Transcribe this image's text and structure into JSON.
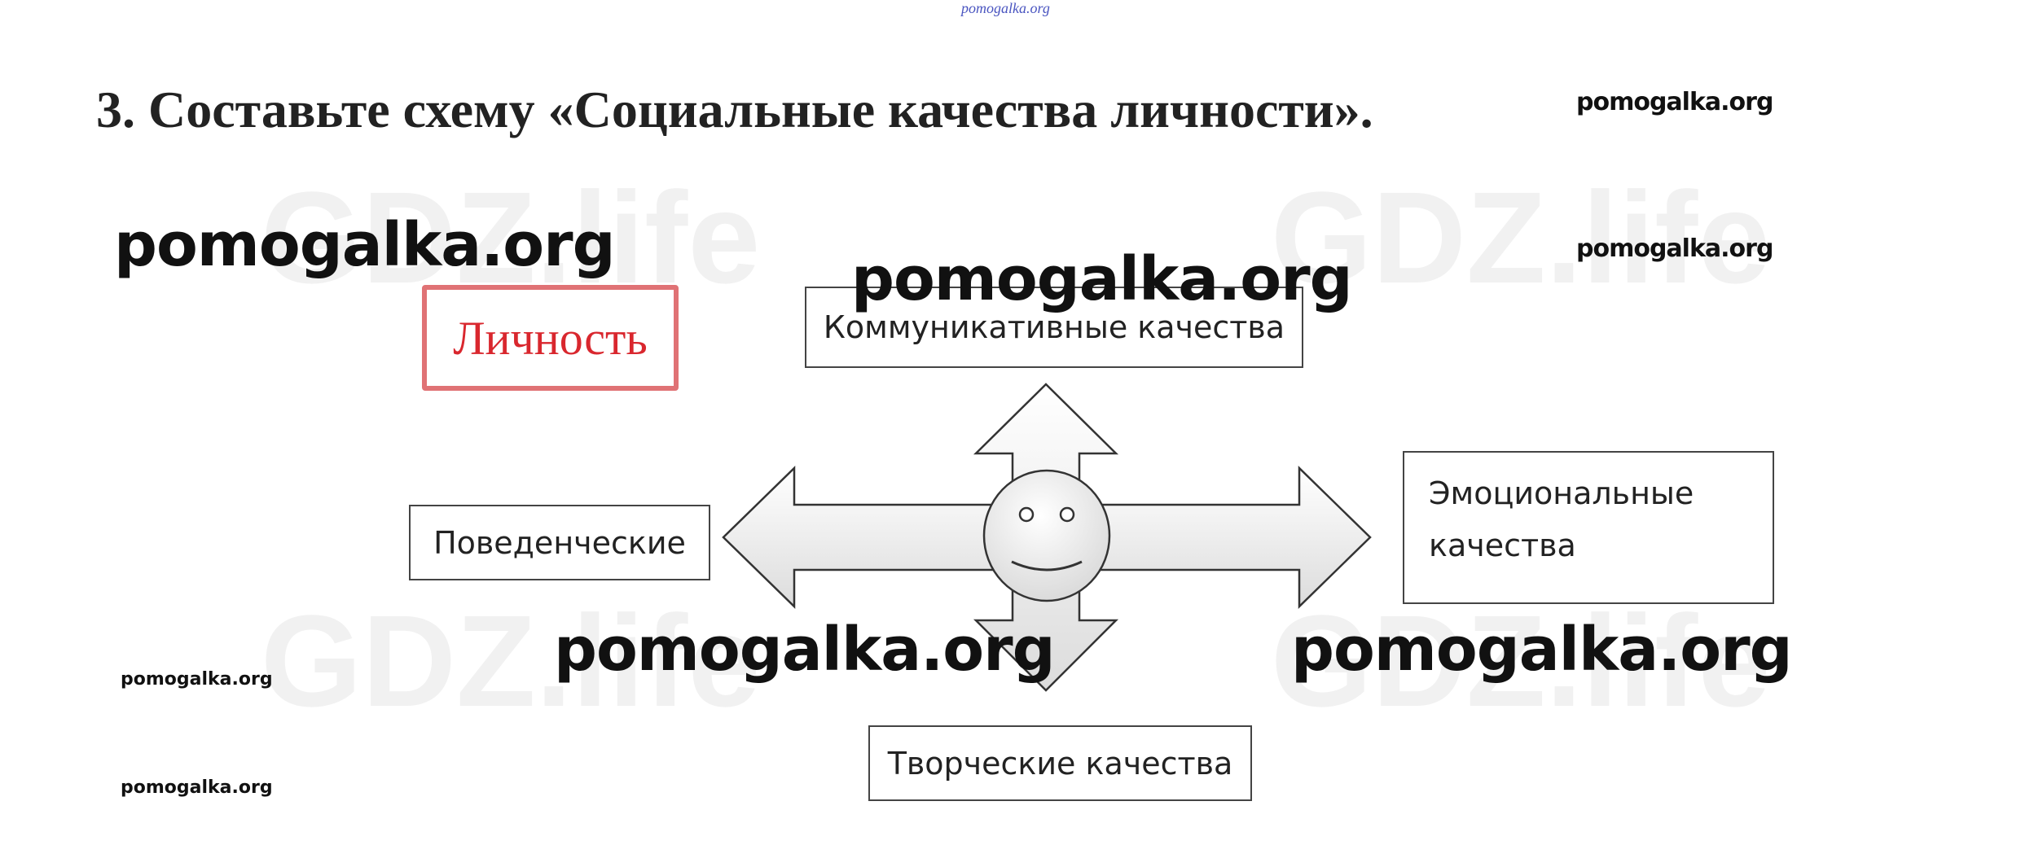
{
  "header": {
    "site_link": "pomogalka.org"
  },
  "task": {
    "title": "3. Составьте схему «Социальные качества личности»."
  },
  "diagram": {
    "center_label": "Личность",
    "top_box": "Коммуникативные качества",
    "left_box": "Поведенческие",
    "right_box_line1": "Эмоциональные",
    "right_box_line2": "качества",
    "bottom_box": "Творческие качества",
    "center_icon": "smiley-face-icon",
    "arrows": "four-way-arrow"
  },
  "watermarks": {
    "small_top_right_1": "pomogalka.org",
    "small_top_right_2": "pomogalka.org",
    "large_top_left": "pomogalka.org",
    "large_top_center": "pomogalka.org",
    "large_bottom_left": "pomogalka.org",
    "large_bottom_right": "pomogalka.org",
    "small_bottom_left_1": "pomogalka.org",
    "small_bottom_left_2": "pomogalka.org"
  },
  "faint_watermarks": [
    "GDZ.life",
    "GDZ.life",
    "GDZ.life",
    "GDZ.life"
  ],
  "colors": {
    "accent_red": "#d9272e",
    "box_border": "#444444",
    "arrow_fill": "#eeeeee"
  }
}
